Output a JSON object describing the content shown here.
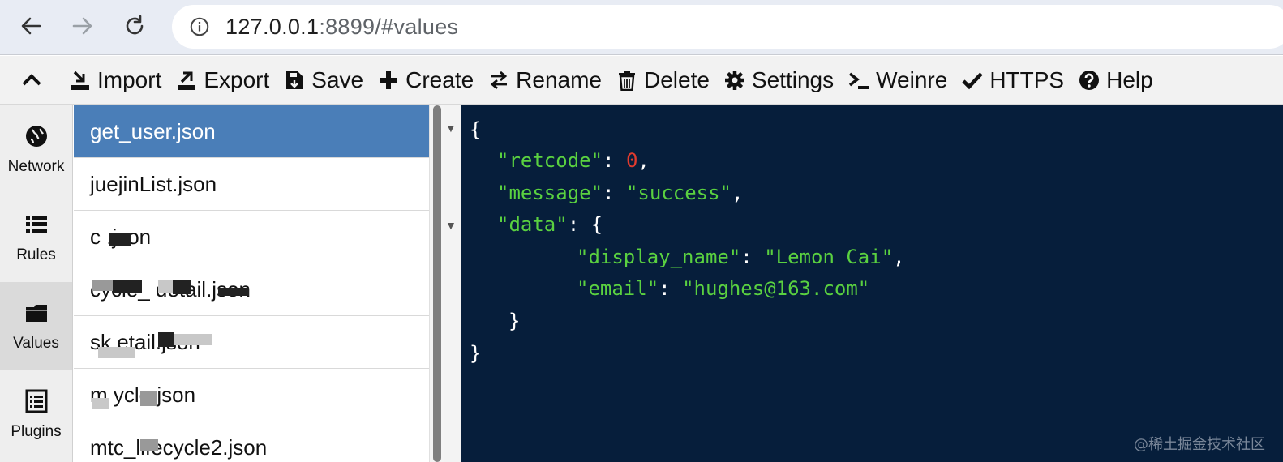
{
  "browser": {
    "url": "127.0.0.1:8899/#values",
    "url_host": "127.0.0.1",
    "url_rest": ":8899/#values"
  },
  "toolbar": {
    "import_label": "Import",
    "export_label": "Export",
    "save_label": "Save",
    "create_label": "Create",
    "rename_label": "Rename",
    "delete_label": "Delete",
    "settings_label": "Settings",
    "weinre_label": "Weinre",
    "https_label": "HTTPS",
    "help_label": "Help"
  },
  "sidebar": {
    "items": [
      {
        "label": "Network",
        "icon": "globe-icon"
      },
      {
        "label": "Rules",
        "icon": "list-icon"
      },
      {
        "label": "Values",
        "icon": "folder-icon",
        "active": true
      },
      {
        "label": "Plugins",
        "icon": "plugin-list-icon"
      }
    ]
  },
  "files": {
    "items": [
      {
        "label": "get_user.json",
        "selected": true
      },
      {
        "label": "juejinList.json"
      },
      {
        "label": "c  .json"
      },
      {
        "label": "cycle_      detail.json"
      },
      {
        "label": "sk    etail.json"
      },
      {
        "label": "m        ycle.json"
      },
      {
        "label": "mtc_lifecycle2.json"
      }
    ]
  },
  "editor": {
    "brace_open": "{",
    "retcode_key": "\"retcode\"",
    "retcode_value": "0",
    "message_key": "\"message\"",
    "message_value": "\"success\"",
    "data_key": "\"data\"",
    "display_name_key": "\"display_name\"",
    "display_name_value": "\"Lemon Cai\"",
    "email_key": "\"email\"",
    "email_value": "\"hughes@163.com\"",
    "inner_brace_close": "}",
    "brace_close": "}"
  },
  "watermark": "@稀土掘金技术社区",
  "colors": {
    "selected_row": "#4a7eb8",
    "editor_bg": "#061e3b",
    "json_string": "#5ad140",
    "json_number": "#e23b2e"
  }
}
